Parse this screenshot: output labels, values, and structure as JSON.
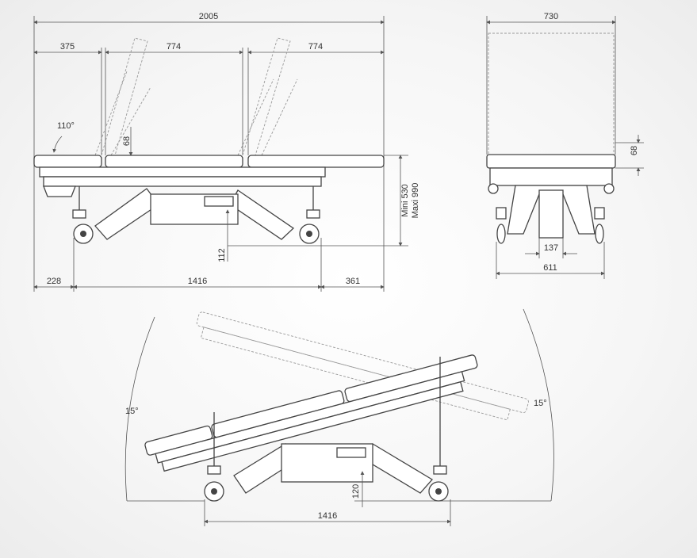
{
  "side_view": {
    "overall_length": "2005",
    "segment_head": "375",
    "segment_middle": "774",
    "segment_foot": "774",
    "backrest_angle": "110°",
    "mattress_thickness": "68",
    "height_range_min": "Mini 530",
    "height_range_max": "Maxi 990",
    "ground_clearance": "112",
    "overhang_head": "228",
    "wheelbase": "1416",
    "overhang_foot": "361"
  },
  "front_view": {
    "width": "730",
    "mattress_thickness": "68",
    "column_width": "137",
    "wheel_track": "611"
  },
  "tilt_view": {
    "tilt_angle_left": "15°",
    "tilt_angle_right": "15°",
    "ground_clearance": "120",
    "wheelbase": "1416"
  }
}
